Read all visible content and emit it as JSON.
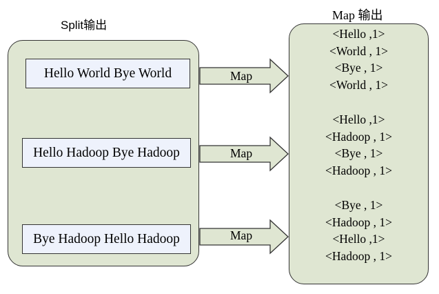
{
  "split_title": "Split输出",
  "map_title": "Map 输出",
  "splits": [
    {
      "text": "Hello World Bye World"
    },
    {
      "text": "Hello Hadoop Bye Hadoop"
    },
    {
      "text": "Bye Hadoop Hello Hadoop"
    }
  ],
  "arrows": [
    {
      "label": "Map"
    },
    {
      "label": "Map"
    },
    {
      "label": "Map"
    }
  ],
  "map_groups": [
    {
      "lines": [
        "<Hello ,1>",
        "<World , 1>",
        "<Bye , 1>",
        "<World , 1>"
      ]
    },
    {
      "lines": [
        "<Hello ,1>",
        "<Hadoop , 1>",
        "<Bye , 1>",
        "<Hadoop , 1>"
      ]
    },
    {
      "lines": [
        "<Bye , 1>",
        "<Hadoop , 1>",
        "<Hello ,1>",
        "<Hadoop , 1>"
      ]
    }
  ],
  "colors": {
    "panel_fill": "#dfe6d2",
    "split_box_fill": "#eef2fc",
    "arrow_fill": "#dfe6d2",
    "border": "#333333"
  }
}
